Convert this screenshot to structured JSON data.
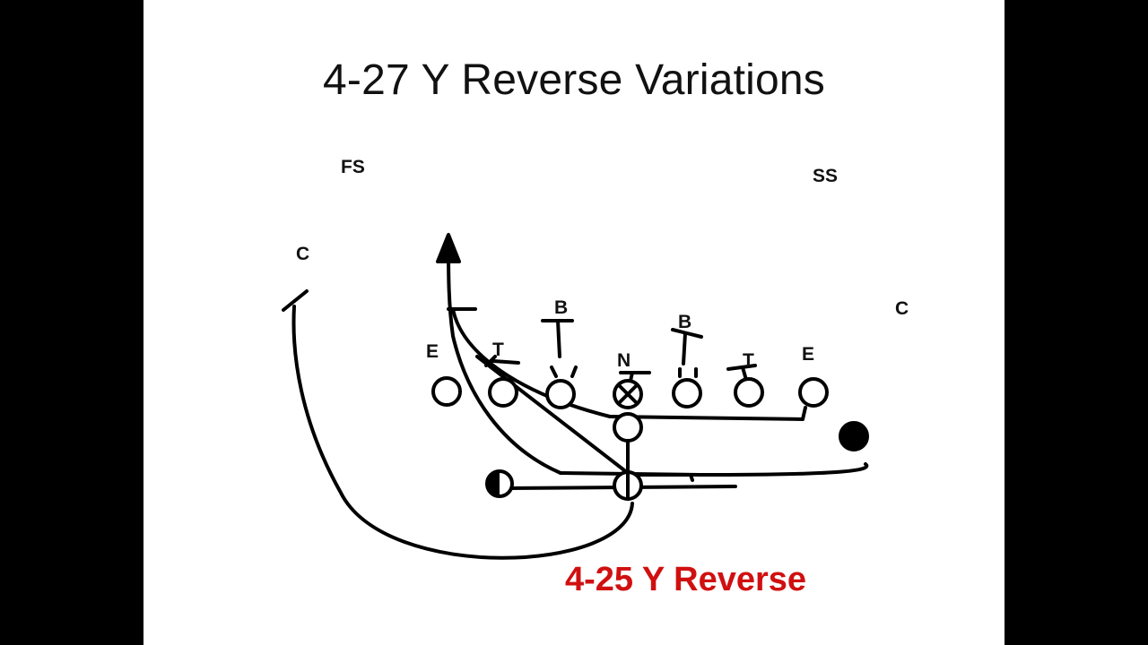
{
  "slide": {
    "title": "4-27 Y Reverse Variations",
    "play_name": "4-25 Y Reverse",
    "play_name_color": "#d01010",
    "background": "#ffffff",
    "frame_color": "#000000"
  },
  "defense": {
    "free_safety": "FS",
    "strong_safety": "SS",
    "corner_left": "C",
    "corner_right": "C",
    "end_left": "E",
    "tackle_left": "T",
    "backer_left": "B",
    "nose": "N",
    "backer_right": "B",
    "tackle_right": "T",
    "end_right": "E"
  }
}
